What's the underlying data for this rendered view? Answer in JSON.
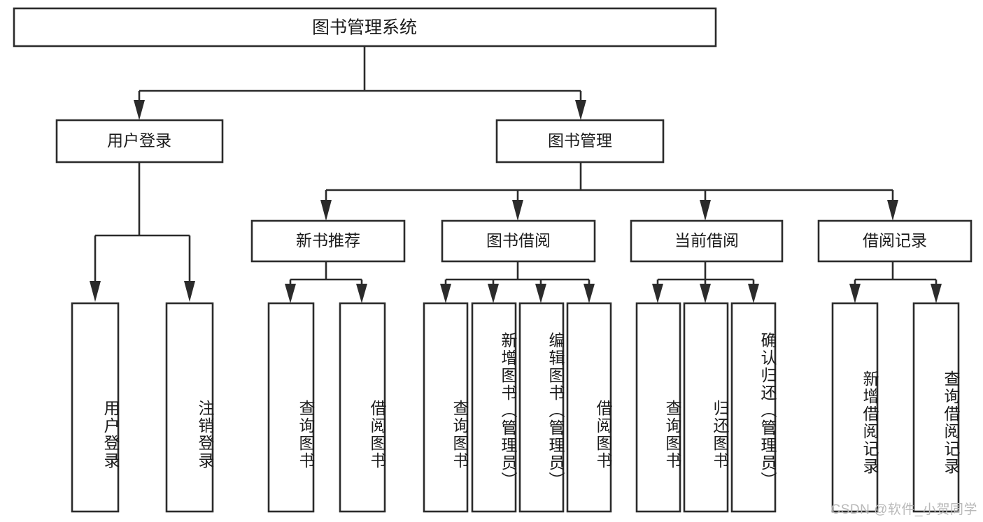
{
  "diagram": {
    "title": "图书管理系统",
    "type": "tree",
    "watermark": "CSDN @软件_小贺同学",
    "colors": {
      "box_stroke": "#2b2b2b",
      "box_fill": "#ffffff",
      "text": "#1b1b1b",
      "background": "#ffffff",
      "watermark": "#b9b9b9"
    },
    "root": {
      "label": "图书管理系统"
    },
    "level2": [
      {
        "label": "用户登录"
      },
      {
        "label": "图书管理"
      }
    ],
    "level3": [
      {
        "label": "新书推荐"
      },
      {
        "label": "图书借阅"
      },
      {
        "label": "当前借阅"
      },
      {
        "label": "借阅记录"
      }
    ],
    "leaves_user_login": [
      {
        "label": "用户登录"
      },
      {
        "label": "注销登录"
      }
    ],
    "leaves_new_books": [
      {
        "label": "查询图书"
      },
      {
        "label": "借阅图书"
      }
    ],
    "leaves_borrow": [
      {
        "label": "查询图书"
      },
      {
        "label": "新增图书（管理员）"
      },
      {
        "label": "编辑图书（管理员）"
      },
      {
        "label": "借阅图书"
      }
    ],
    "leaves_current": [
      {
        "label": "查询图书"
      },
      {
        "label": "归还图书"
      },
      {
        "label": "确认归还（管理员）"
      }
    ],
    "leaves_records": [
      {
        "label": "新增借阅记录"
      },
      {
        "label": "查询借阅记录"
      }
    ]
  }
}
